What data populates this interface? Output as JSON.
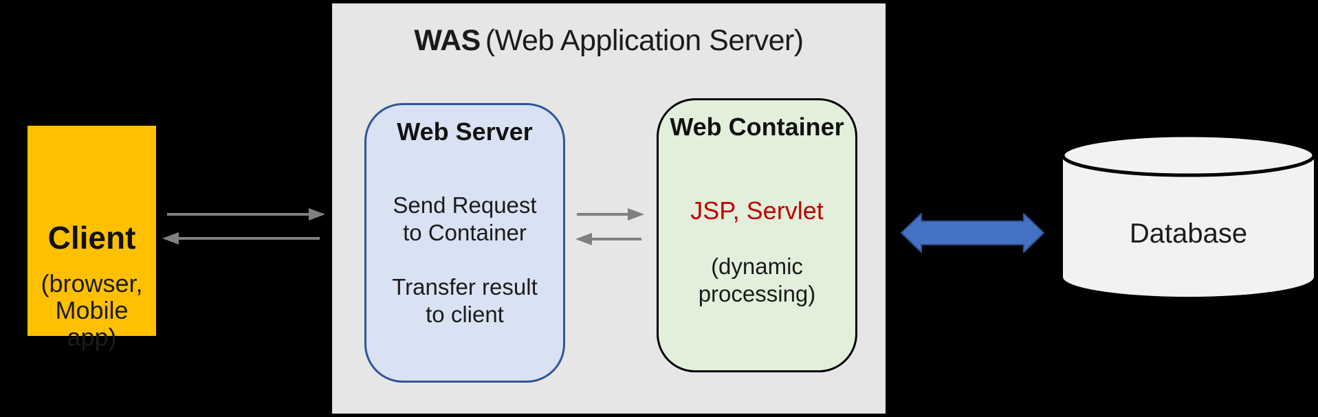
{
  "was_panel": {
    "title_acronym": "WAS",
    "title_rest": "(Web Application Server)"
  },
  "client": {
    "name": "Client",
    "sub_lines": [
      "(browser,",
      "Mobile app)"
    ]
  },
  "web_server": {
    "name": "Web Server",
    "body": [
      [
        "Send Request",
        "to Container"
      ],
      [
        "Transfer result",
        "to client"
      ]
    ]
  },
  "web_container": {
    "name": "Web Container",
    "tech": "JSP, Servlet",
    "note_lines": [
      "(dynamic",
      "processing)"
    ]
  },
  "database": {
    "label": "Database"
  },
  "arrows": {
    "client_to_was": "request",
    "was_to_client": "response",
    "server_to_container": "forward",
    "container_to_server": "return",
    "was_database": "bidirectional"
  },
  "colors": {
    "background": "#000000",
    "client_fill": "#FFC000",
    "was_fill": "#E7E6E6",
    "web_server_fill": "#D9E2F3",
    "web_server_border": "#2F5597",
    "web_container_fill": "#E2EFDA",
    "web_container_border": "#000000",
    "tech_text": "#C00000",
    "gray_arrow": "#808080",
    "blue_arrow_fill": "#4472C4",
    "blue_arrow_border": "#2F5597",
    "database_fill": "#F2F2F2"
  }
}
